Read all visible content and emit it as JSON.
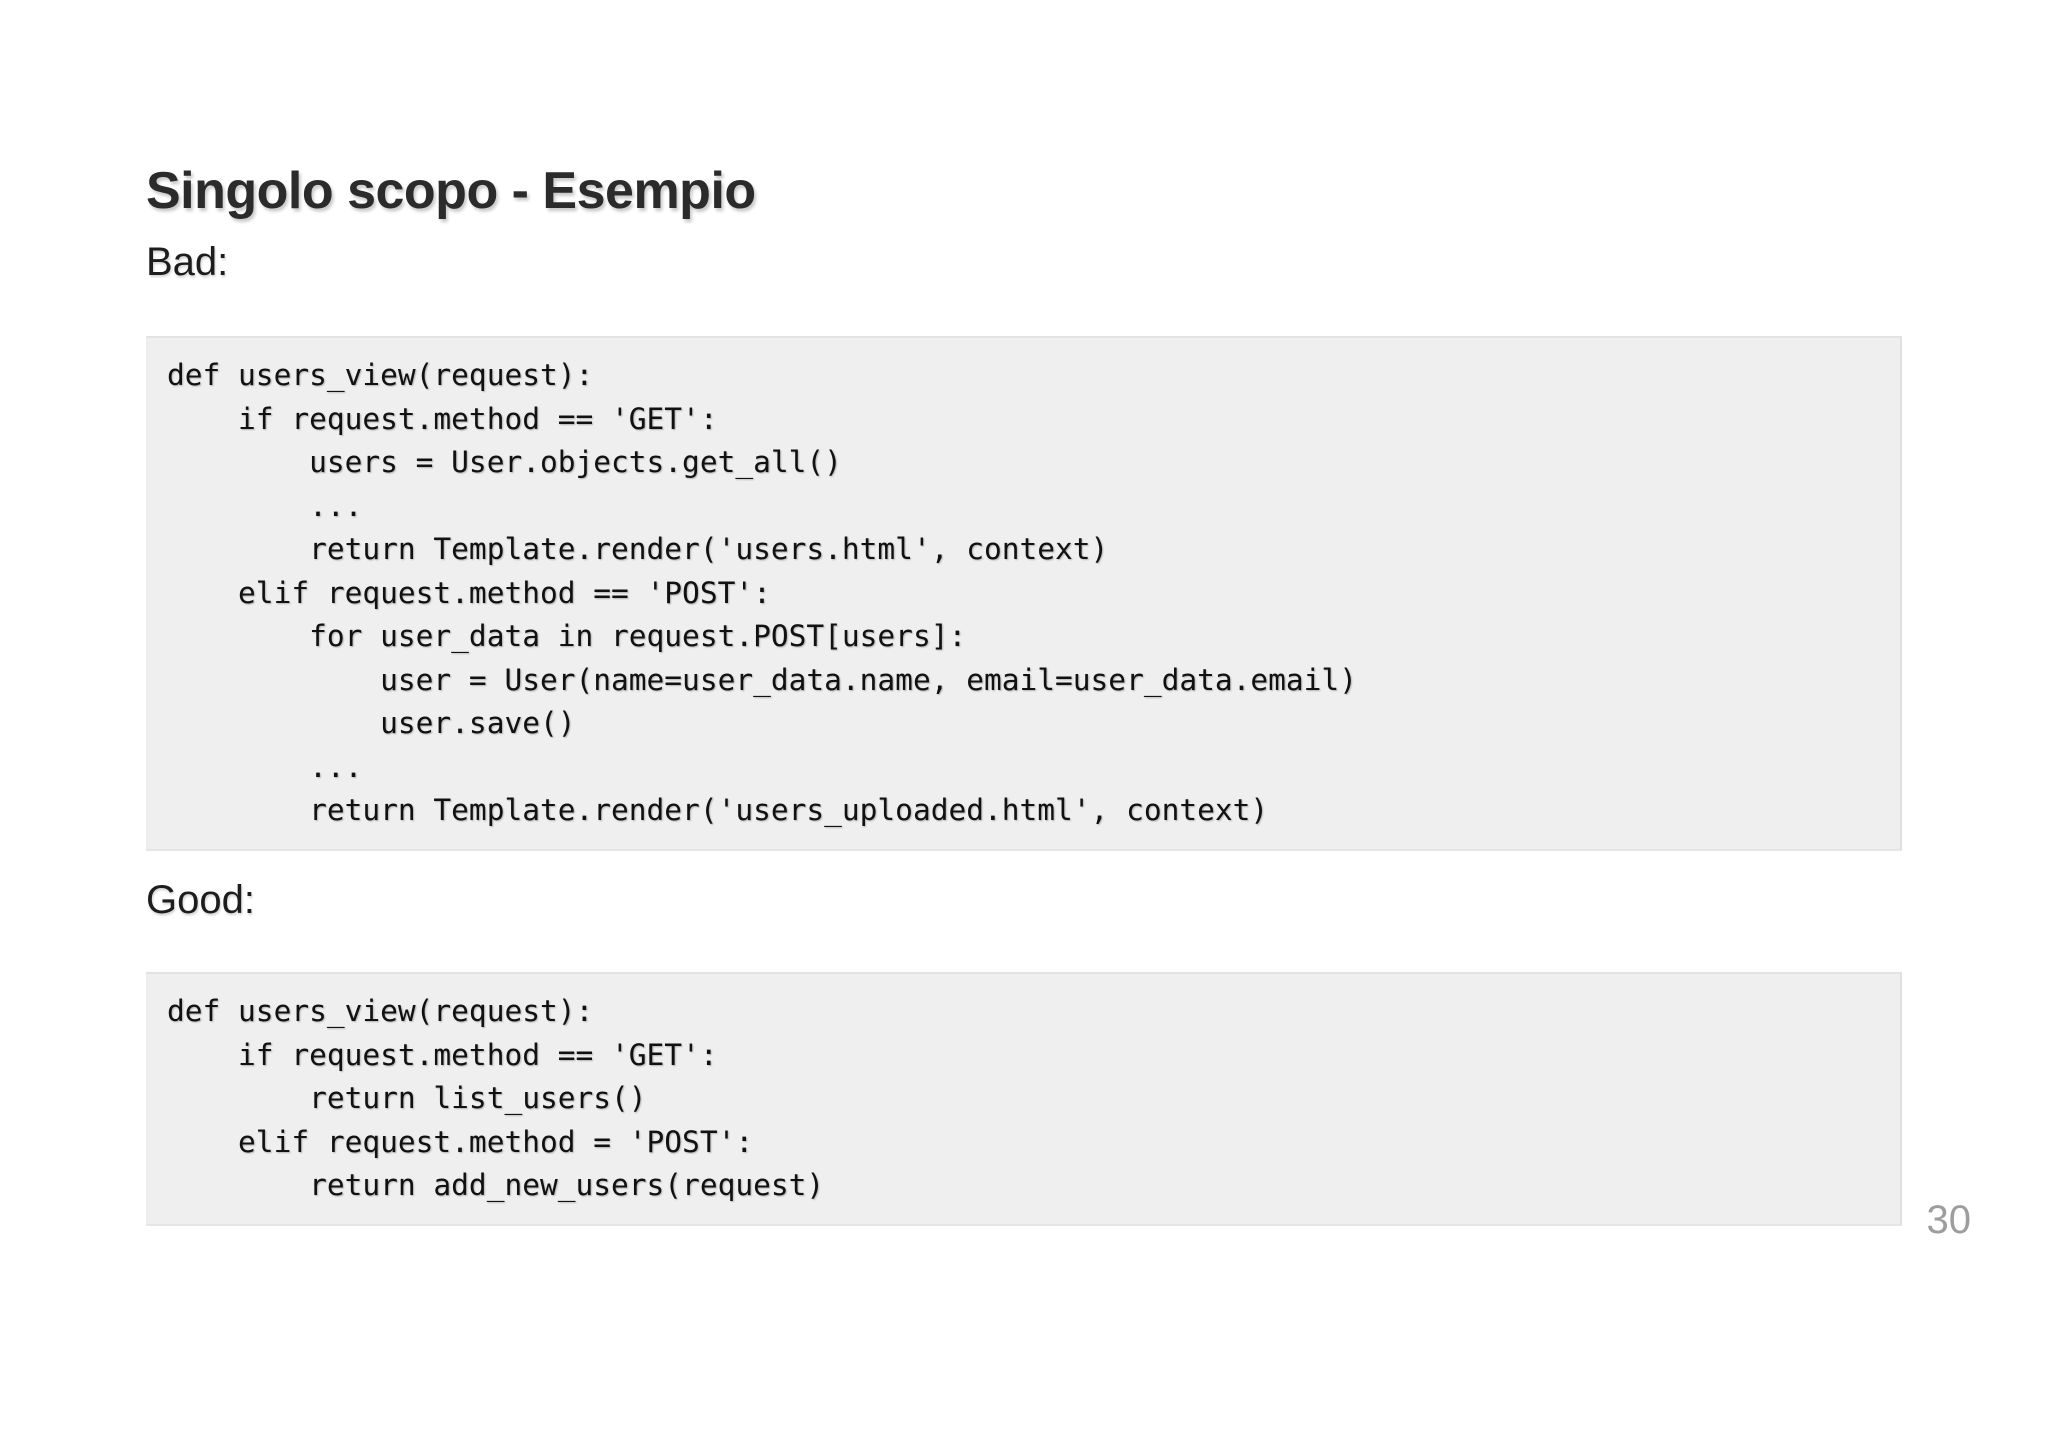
{
  "slide": {
    "title": "Singolo scopo - Esempio",
    "page_number": "30",
    "background_color": "#ffffff",
    "title_color": "#2b2b2b",
    "code_block_background": "#efefef",
    "code_text_color": "#111111",
    "page_number_color": "#9d9d9d"
  },
  "sections": {
    "bad": {
      "label": "Bad:",
      "code": "def users_view(request):\n    if request.method == 'GET':\n        users = User.objects.get_all()\n        ...\n        return Template.render('users.html', context)\n    elif request.method == 'POST':\n        for user_data in request.POST[users]:\n            user = User(name=user_data.name, email=user_data.email)\n            user.save()\n        ...\n        return Template.render('users_uploaded.html', context)",
      "code_lines": [
        "def users_view(request):",
        "    if request.method == 'GET':",
        "        users = User.objects.get_all()",
        "        ...",
        "        return Template.render('users.html', context)",
        "    elif request.method == 'POST':",
        "        for user_data in request.POST[users]:",
        "            user = User(name=user_data.name, email=user_data.email)",
        "            user.save()",
        "        ...",
        "        return Template.render('users_uploaded.html', context)"
      ],
      "language": "python"
    },
    "good": {
      "label": "Good:",
      "code": "def users_view(request):\n    if request.method == 'GET':\n        return list_users()\n    elif request.method = 'POST':\n        return add_new_users(request)",
      "code_lines": [
        "def users_view(request):",
        "    if request.method == 'GET':",
        "        return list_users()",
        "    elif request.method = 'POST':",
        "        return add_new_users(request)"
      ],
      "language": "python"
    }
  }
}
